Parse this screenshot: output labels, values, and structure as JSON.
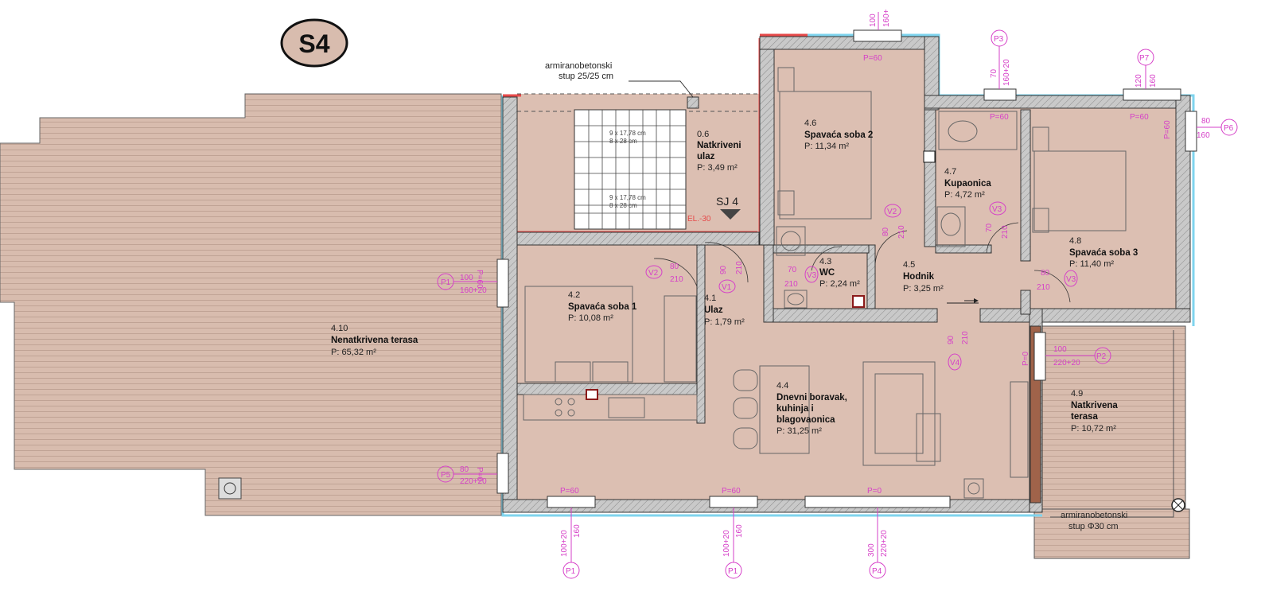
{
  "unit_label": "S4",
  "unit_entry_label": "SJ 4",
  "elevation_label": "EL.-30",
  "notes": {
    "column_top_line1": "armiranobetonski",
    "column_top_line2": "stup 25/25 cm",
    "column_bottom_line1": "armiranobetonski",
    "column_bottom_line2": "stup Φ30 cm"
  },
  "stairs": {
    "upper_line1": "9 x 17,78 cm",
    "upper_line2": "8 x 28 cm",
    "lower_line1": "9 x 17,78 cm",
    "lower_line2": "8 x 28 cm"
  },
  "rooms": [
    {
      "num": "0.6",
      "name1": "Natkriveni",
      "name2": "ulaz",
      "name3": "",
      "area": "P: 3,49 m²"
    },
    {
      "num": "4.6",
      "name1": "Spavaća soba 2",
      "name2": "",
      "name3": "",
      "area": "P: 11,34 m²"
    },
    {
      "num": "4.7",
      "name1": "Kupaonica",
      "name2": "",
      "name3": "",
      "area": "P: 4,72 m²"
    },
    {
      "num": "4.8",
      "name1": "Spavaća soba 3",
      "name2": "",
      "name3": "",
      "area": "P: 11,40 m²"
    },
    {
      "num": "4.2",
      "name1": "Spavaća soba 1",
      "name2": "",
      "name3": "",
      "area": "P: 10,08 m²"
    },
    {
      "num": "4.1",
      "name1": "Ulaz",
      "name2": "",
      "name3": "",
      "area": "P: 1,79 m²"
    },
    {
      "num": "4.3",
      "name1": "WC",
      "name2": "",
      "name3": "",
      "area": "P: 2,24 m²"
    },
    {
      "num": "4.5",
      "name1": "Hodnik",
      "name2": "",
      "name3": "",
      "area": "P: 3,25 m²"
    },
    {
      "num": "4.10",
      "name1": "Nenatkrivena terasa",
      "name2": "",
      "name3": "",
      "area": "P: 65,32 m²"
    },
    {
      "num": "4.4",
      "name1": "Dnevni boravak,",
      "name2": "kuhinja i",
      "name3": "blagovaonica",
      "area": "P: 31,25 m²"
    },
    {
      "num": "4.9",
      "name1": "Natkrivena",
      "name2": "terasa",
      "name3": "",
      "area": "P: 10,72 m²"
    }
  ],
  "openings": {
    "p1_left_tag": "P1",
    "p1_left_w": "100",
    "p1_left_h": "160+20",
    "p1_left_sill": "P=60",
    "p5_tag": "P5",
    "p5_w": "80",
    "p5_h": "220+20",
    "p5_sill": "P=0",
    "p3_tag": "P3",
    "p3_w": "70",
    "p3_h": "160+20",
    "p3_sill": "P=60",
    "p7_tag": "P7",
    "p7_w": "120",
    "p7_h": "160",
    "p7_sill": "P=60",
    "p6_tag": "P6",
    "p6_w": "80",
    "p6_h": "160",
    "p6_sill": "P=60",
    "p2_tag": "P2",
    "p2_w": "100",
    "p2_h": "220+20",
    "p2_sill": "P=0",
    "top_window_w": "100",
    "top_window_h": "160+",
    "top_window_sill": "P=60",
    "bottom_p1a_tag": "P1",
    "bottom_p1a_w": "100+20",
    "bottom_p1a_h": "160",
    "bottom_p1a_sill": "P=60",
    "bottom_p1b_tag": "P1",
    "bottom_p1b_w": "100+20",
    "bottom_p1b_h": "160",
    "bottom_p1b_sill": "P=60",
    "bottom_p4_tag": "P4",
    "bottom_p4_w": "300",
    "bottom_p4_h": "220+20",
    "bottom_p4_sill": "P=0",
    "v1_tag": "V1",
    "v1_w": "90",
    "v1_h": "210",
    "v2a_tag": "V2",
    "v2a_w": "80",
    "v2a_h": "210",
    "v2b_tag": "V2",
    "v2b_w": "80",
    "v2b_h": "210",
    "v3a_tag": "V3",
    "v3a_w": "70",
    "v3a_h": "210",
    "v3b_tag": "V3",
    "v3b_w": "80",
    "v3b_h": "210",
    "v3c_tag": "V3",
    "v3c_w": "70",
    "v3c_h": "210",
    "v3d_tag": "V3",
    "v3d_w": "80",
    "v3d_h": "210",
    "v4_tag": "V4",
    "v4_w": "90",
    "v4_h": "210"
  },
  "colors": {
    "floor": "#dcbfb2",
    "terrace": "#d8bcae",
    "wall": "#9a9a9a",
    "insulation_blue": "#7fd4ee",
    "insulation_red": "#e64a4a",
    "annotation_pink": "#d640c8"
  }
}
